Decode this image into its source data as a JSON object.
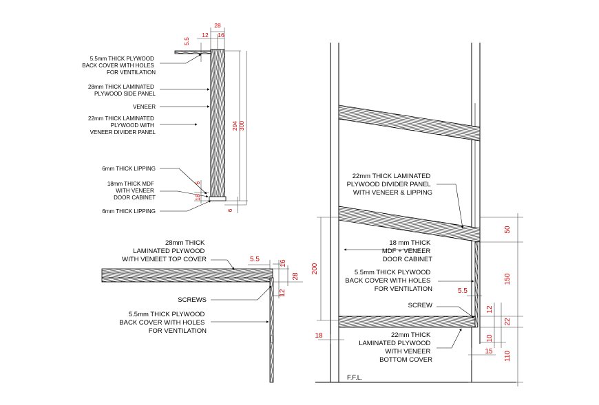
{
  "detail_a": {
    "labels": [
      [
        "5.5mm THICK PLYWOOD",
        "BACK COVER WITH HOLES",
        "FOR VENTILATION"
      ],
      [
        "28mm THICK LAMINATED",
        "PLYWOOD SIDE PANEL"
      ],
      [
        "VENEER"
      ],
      [
        "22mm THICK LAMINATED",
        "PLYWOOD WITH",
        "VENEER DIVIDER PANEL"
      ],
      [
        "6mm THICK LIPPING"
      ],
      [
        "18mm THICK MDF",
        "WITH VENEER",
        "DOOR CABINET"
      ],
      [
        "6mm THICK LIPPING"
      ]
    ],
    "dimensions": [
      "28",
      "12",
      "16",
      "5.5",
      "294",
      "300",
      "6",
      "18",
      "6"
    ]
  },
  "detail_b": {
    "labels": [
      [
        "28mm THICK",
        "LAMINATED PLYWOOD",
        "WITH VENEET TOP COVER"
      ],
      [
        "SCREWS"
      ],
      [
        "5.5mm THICK PLYWOOD",
        "BACK COVER WITH HOLES",
        "FOR VENTILATION"
      ]
    ],
    "dimensions": [
      "5.5",
      "16",
      "28",
      "12"
    ]
  },
  "detail_c": {
    "labels": [
      [
        "22mm THICK LAMINATED",
        "PLYWOOD DIVIDER PANEL",
        "WITH VENEER & LIPPING"
      ],
      [
        "18 mm THICK",
        "MDF + VENEER",
        "DOOR CABINET"
      ],
      [
        "5.5mm THICK PLYWOOD",
        "BACK COVER WITH HOLES",
        "FOR VENTILATION"
      ],
      [
        "SCREW"
      ],
      [
        "22mm THICK",
        "LAMINATED PLYWOOD",
        "WITH VENEER",
        "BOTTOM COVER"
      ]
    ],
    "floor_label": "F.F.L.",
    "dimensions": [
      "50",
      "200",
      "150",
      "5.5",
      "12",
      "22",
      "10",
      "15",
      "110",
      "18"
    ]
  }
}
